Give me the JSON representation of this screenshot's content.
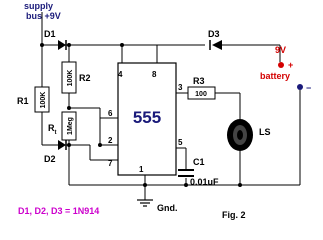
{
  "labels": {
    "supply_bus": "supply",
    "supply_bus_line2": "bus +9V",
    "d1": "D1",
    "d2": "D2",
    "d3": "D3",
    "r1_name": "R1",
    "r1_value": "100K",
    "r2_name": "R2",
    "r2_value": "100K",
    "rt_name": "R",
    "rt_sub": "t",
    "rt_value": "1Meg",
    "r3_name": "R3",
    "r3_value": "100",
    "chip": "555",
    "c1_name": "C1",
    "c1_value": "0.01uF",
    "speaker": "LS",
    "battery_voltage": "9V",
    "battery_plus": "+",
    "battery_label": "battery",
    "battery_minus": "−",
    "ground": "Gnd.",
    "diodes_note": "D1, D2, D3 = 1N914",
    "figure": "Fig. 2"
  },
  "pins": {
    "p1": "1",
    "p2": "2",
    "p3": "3",
    "p4": "4",
    "p5": "5",
    "p6": "6",
    "p7": "7",
    "p8": "8"
  },
  "colors": {
    "wire": "#000000",
    "label_navy": "#1a1a7a",
    "accent_red": "#d40000",
    "note_magenta": "#cc00cc",
    "chip_fill": "#ffffff"
  }
}
